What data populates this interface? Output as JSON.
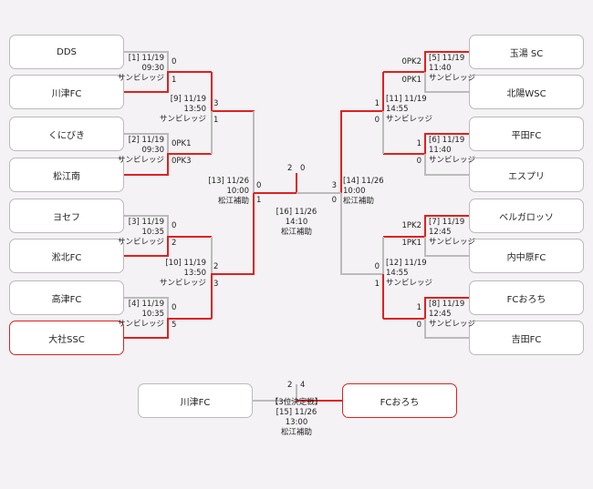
{
  "teams": {
    "l1": "DDS",
    "l2": "川津FC",
    "l3": "くにびき",
    "l4": "松江南",
    "l5": "ヨセフ",
    "l6": "淞北FC",
    "l7": "高津FC",
    "l8": "大社SSC",
    "r1": "玉湯 SC",
    "r2": "北陽WSC",
    "r3": "平田FC",
    "r4": "エスプリ",
    "r5": "ベルガロッソ",
    "r6": "内中原FC",
    "r7": "FCおろち",
    "r8": "吉田FC",
    "b1": "川津FC",
    "b2": "FCおろち"
  },
  "matches": {
    "m1": {
      "no": "[1] 11/19",
      "time": "09:30",
      "venue": "サンビレッジ",
      "s_top": "0",
      "s_bot": "1"
    },
    "m2": {
      "no": "[2] 11/19",
      "time": "09:30",
      "venue": "サンビレッジ",
      "s_top": "0PK1",
      "s_bot": "0PK3"
    },
    "m3": {
      "no": "[3] 11/19",
      "time": "10:35",
      "venue": "サンビレッジ",
      "s_top": "0",
      "s_bot": "2"
    },
    "m4": {
      "no": "[4] 11/19",
      "time": "10:35",
      "venue": "サンビレッジ",
      "s_top": "0",
      "s_bot": "5"
    },
    "m5": {
      "no": "[5] 11/19",
      "time": "11:40",
      "venue": "サンビレッジ",
      "s_top": "0PK2",
      "s_bot": "0PK1"
    },
    "m6": {
      "no": "[6] 11/19",
      "time": "11:40",
      "venue": "サンビレッジ",
      "s_top": "1",
      "s_bot": "0"
    },
    "m7": {
      "no": "[7] 11/19",
      "time": "12:45",
      "venue": "サンビレッジ",
      "s_top": "1PK2",
      "s_bot": "1PK1"
    },
    "m8": {
      "no": "[8] 11/19",
      "time": "12:45",
      "venue": "サンビレッジ",
      "s_top": "1",
      "s_bot": "0"
    },
    "m9": {
      "no": "[9] 11/19",
      "time": "13:50",
      "venue": "サンビレッジ",
      "s_top": "3",
      "s_bot": "1"
    },
    "m10": {
      "no": "[10] 11/19",
      "time": "13:50",
      "venue": "サンビレッジ",
      "s_top": "2",
      "s_bot": "3"
    },
    "m11": {
      "no": "[11] 11/19",
      "time": "14:55",
      "venue": "サンビレッジ",
      "s_top": "1",
      "s_bot": "0"
    },
    "m12": {
      "no": "[12] 11/19",
      "time": "14:55",
      "venue": "サンビレッジ",
      "s_top": "0",
      "s_bot": "1"
    },
    "m13": {
      "no": "[13] 11/26",
      "time": "10:00",
      "venue": "松江補助",
      "s_top": "0",
      "s_bot": "1"
    },
    "m14": {
      "no": "[14] 11/26",
      "time": "10:00",
      "venue": "松江補助",
      "s_top": "3",
      "s_bot": "0"
    },
    "m16": {
      "no": "[16] 11/26",
      "time": "14:10",
      "venue": "松江補助",
      "s_left": "2",
      "s_right": "0"
    },
    "m15": {
      "title": "【3位決定戦】",
      "no": "[15] 11/26",
      "time": "13:00",
      "venue": "松江補助",
      "s_left": "2",
      "s_right": "4"
    }
  }
}
